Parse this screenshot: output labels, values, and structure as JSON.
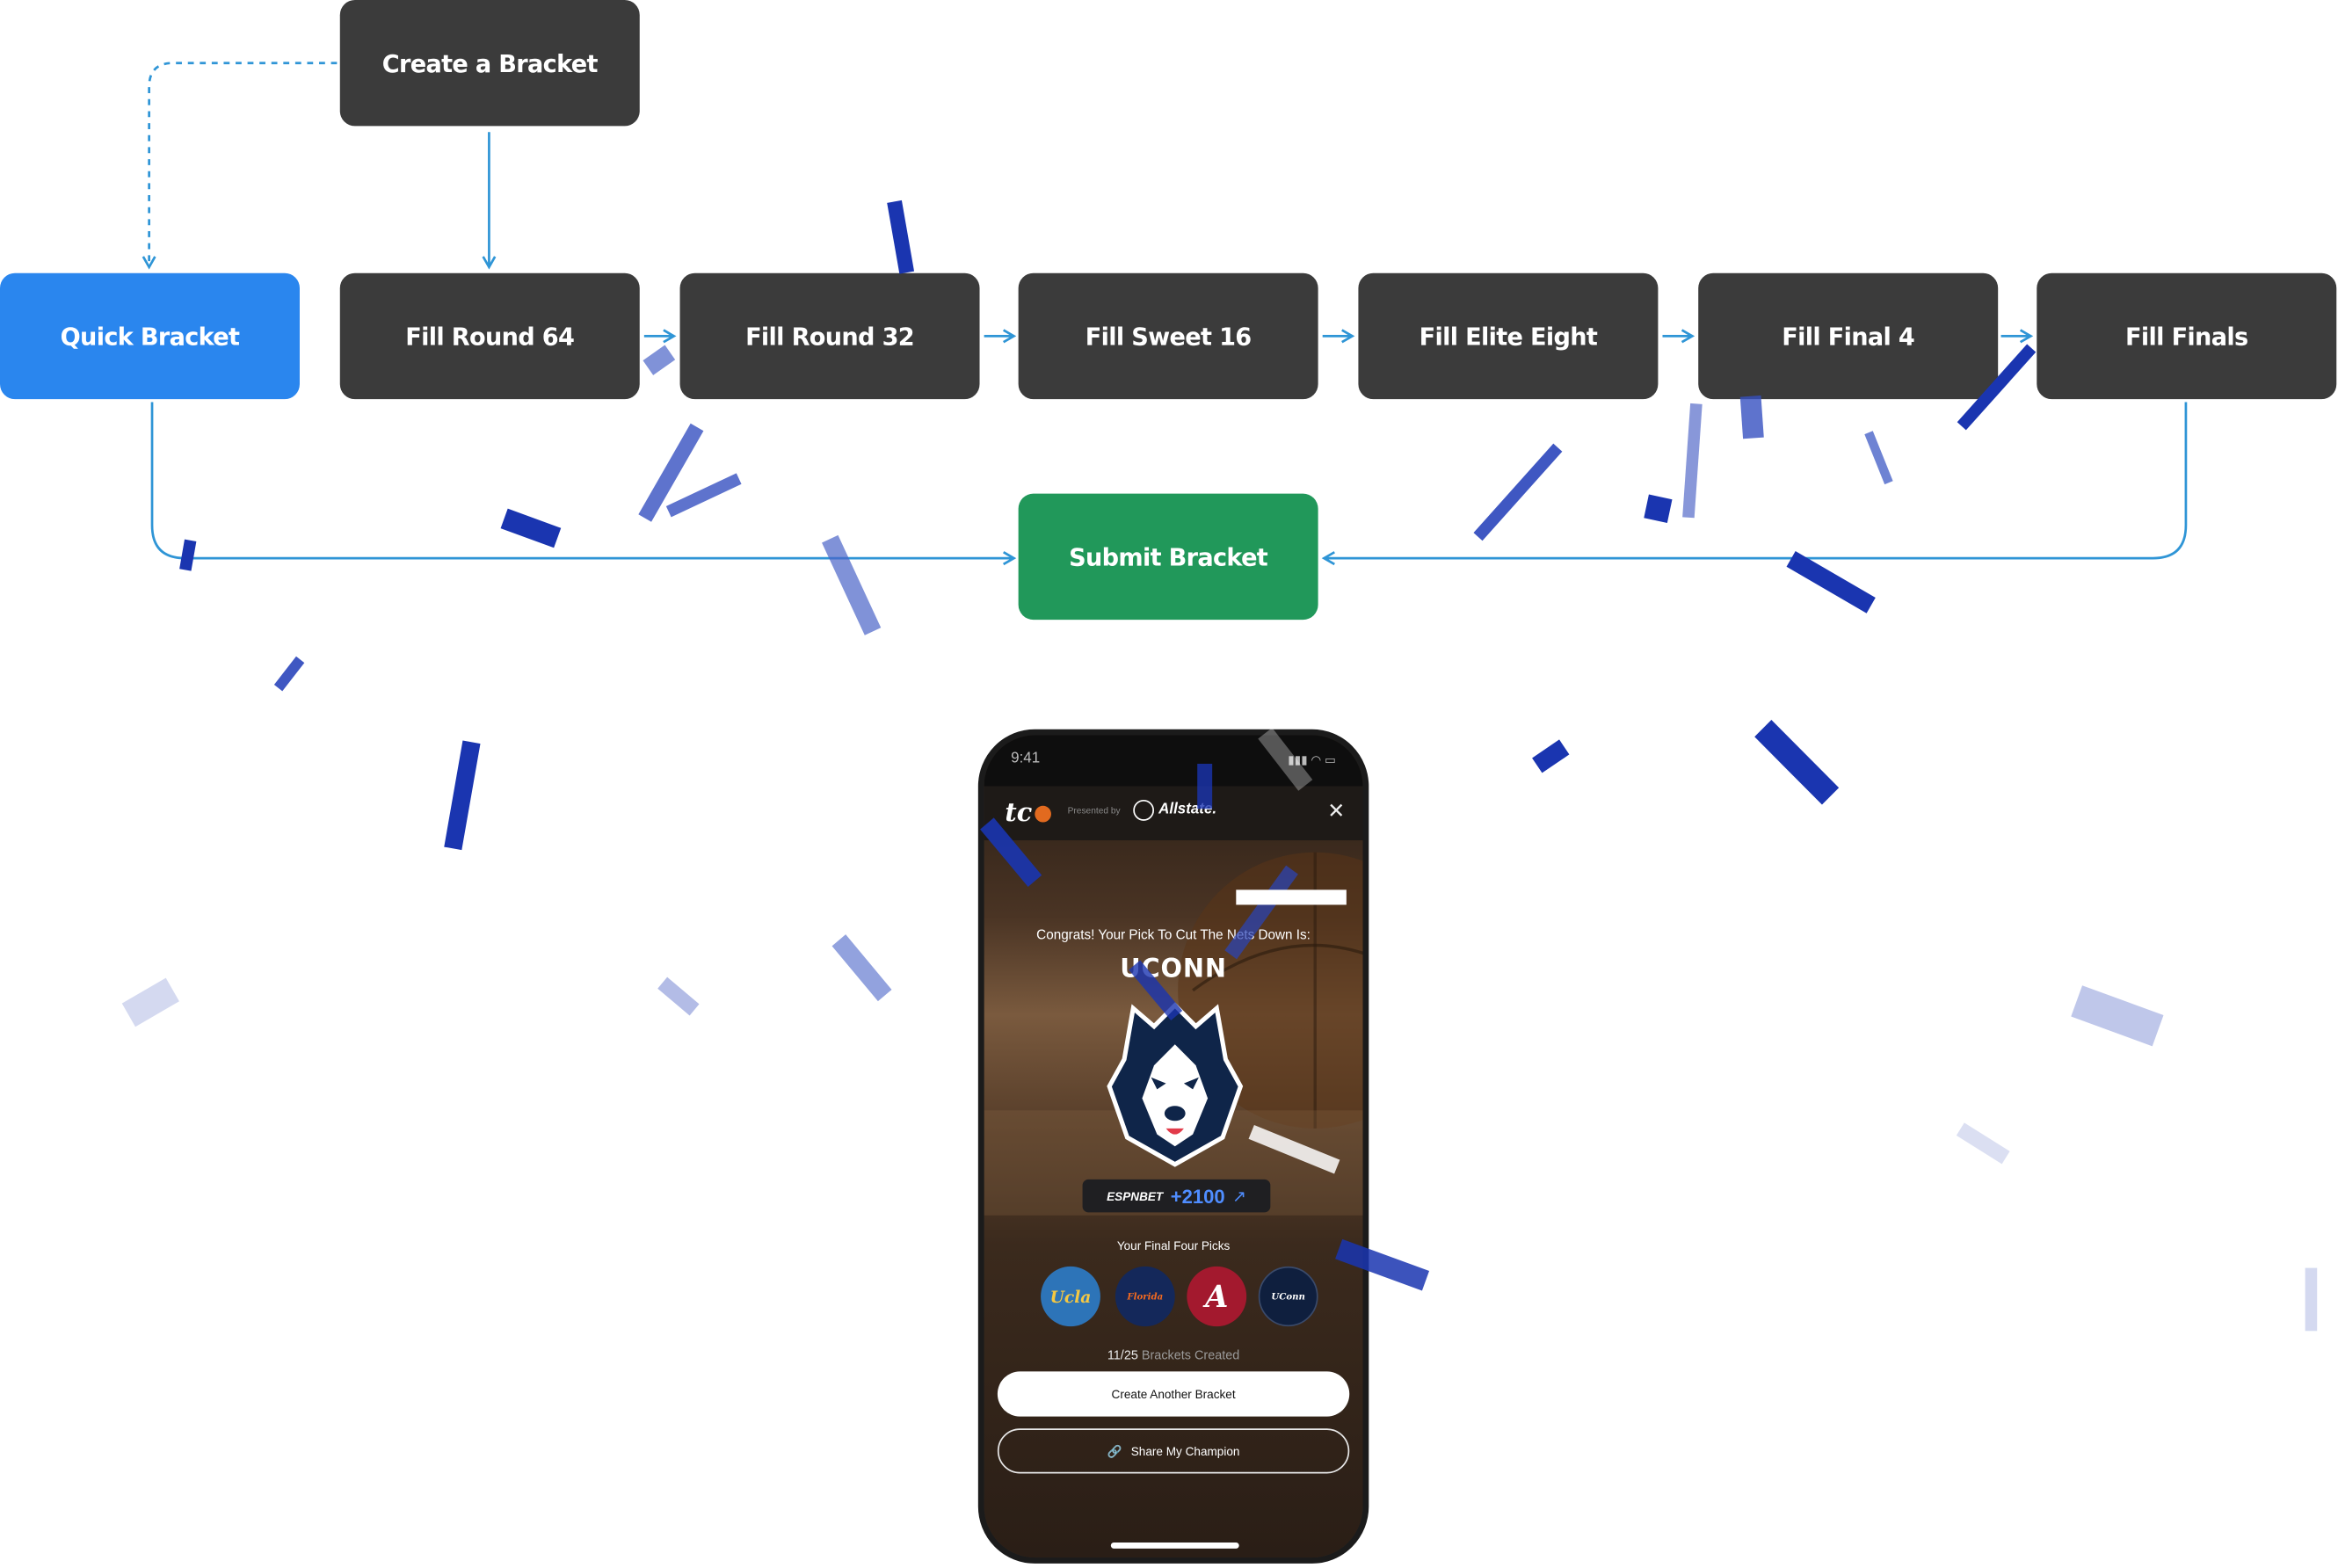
{
  "flow": {
    "create": "Create a Bracket",
    "quick": "Quick Bracket",
    "r64": "Fill Round 64",
    "r32": "Fill Round 32",
    "s16": "Fill Sweet 16",
    "e8": "Fill Elite Eight",
    "f4": "Fill Final 4",
    "finals": "Fill Finals",
    "submit": "Submit Bracket"
  },
  "colors": {
    "node_dark": "#3b3b3b",
    "quick_blue": "#2a86ee",
    "submit_green": "#21985a",
    "connector": "#2f95d6"
  },
  "phone": {
    "time": "9:41",
    "logo": "tc",
    "presented_by": "Presented by",
    "sponsor": "Allstate.",
    "congrats": "Congrats! Your Pick To Cut The Nets Down Is:",
    "team": "UCONN",
    "sportsbook": "ESPNBET",
    "odds": "+2100",
    "final_four_title": "Your Final Four Picks",
    "picks": [
      "Ucla",
      "Florida",
      "A",
      "UConn"
    ],
    "brackets_created": "11/25",
    "brackets_suffix": "Brackets Created",
    "create_another": "Create Another Bracket",
    "share": "Share My Champion"
  },
  "icons": [
    "close-icon",
    "external-link-icon",
    "link-icon",
    "signal-icon",
    "wifi-icon",
    "battery-icon",
    "husky-logo"
  ]
}
